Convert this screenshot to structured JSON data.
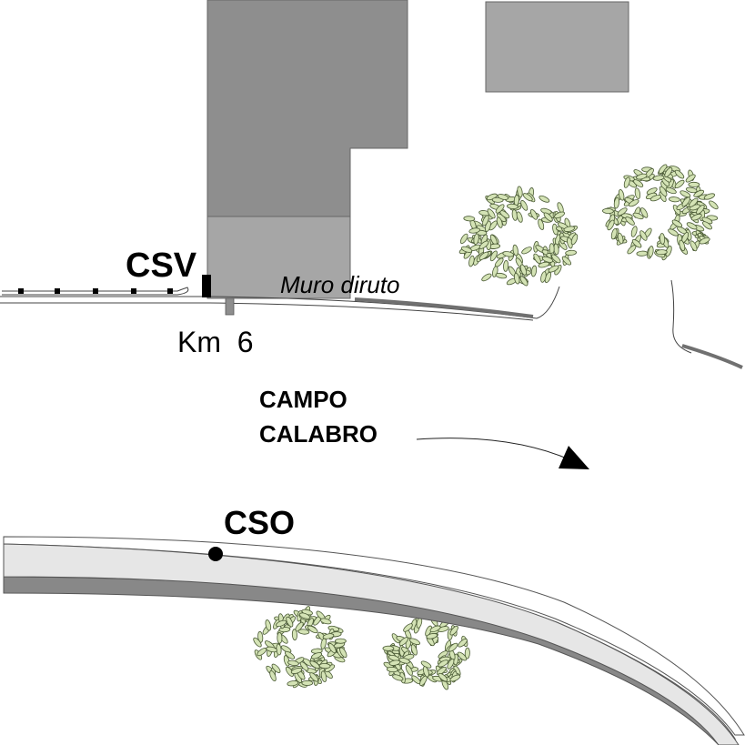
{
  "labels": {
    "csv": "CSV",
    "km": "Km  6",
    "muro_diruto": "Muro diruto",
    "campo_calabro_line1": "CAMPO",
    "campo_calabro_line2": "CALABRO",
    "cso": "CSO"
  },
  "colors": {
    "building_dark": "#8e8e8e",
    "building_light": "#a6a6a6",
    "road_fill": "#e6e6e6",
    "road_edge": "#888888",
    "wall": "#707070",
    "tree_leaf": "#d4e3b5",
    "tree_outline": "#4a5a35",
    "marker": "#000000"
  },
  "features": [
    {
      "name": "building",
      "icon": "building-shape"
    },
    {
      "name": "tree",
      "icon": "tree-icon"
    },
    {
      "name": "station",
      "icon": "station-marker-icon"
    },
    {
      "name": "point",
      "icon": "point-marker-icon"
    },
    {
      "name": "direction",
      "icon": "arrow-icon"
    }
  ]
}
